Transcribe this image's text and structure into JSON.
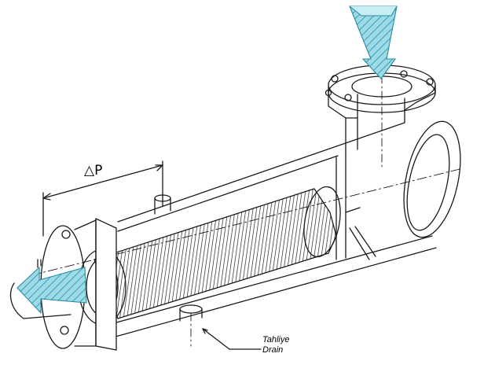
{
  "labels": {
    "pressure_drop": "△P",
    "drain_tr": "Tahliye",
    "drain_en": "Drain"
  },
  "colors": {
    "line": "#1a1a1a",
    "arrow_fill": "#8fd3e0",
    "arrow_hatch": "#3aa0b8",
    "background": "#ffffff"
  },
  "icons": {
    "inlet": "flow-arrow-down-icon",
    "outlet": "flow-arrow-left-icon"
  }
}
